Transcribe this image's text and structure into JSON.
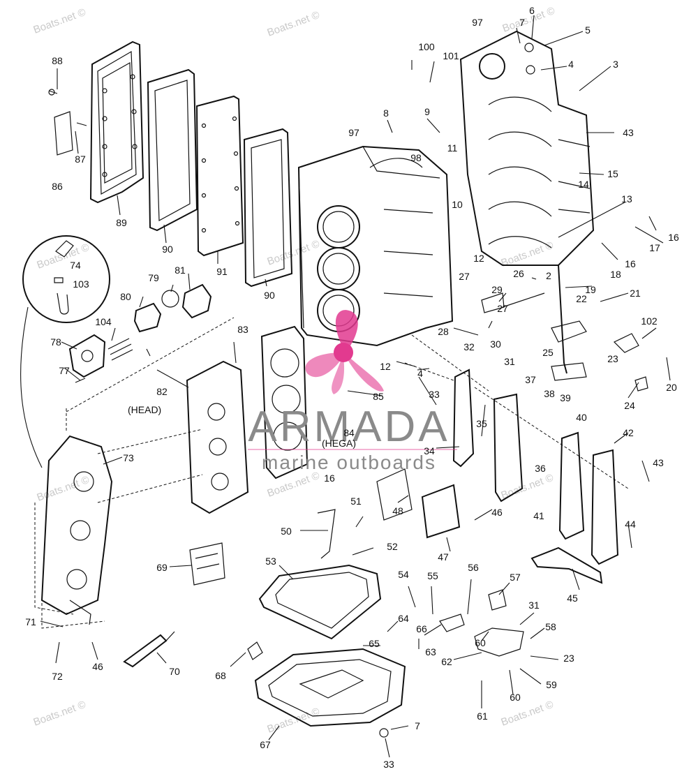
{
  "watermark": {
    "text": "Boats.net ©"
  },
  "brand": {
    "name": "ARMADA",
    "tagline": "marine outboards",
    "petal_color": "#e23a8f",
    "text_color": "#8a8a8a"
  },
  "annotations": {
    "head": "(HEAD)",
    "hega": "(HEGA)"
  },
  "callouts": [
    "2",
    "3",
    "4",
    "5",
    "6",
    "7",
    "8",
    "9",
    "10",
    "11",
    "12",
    "13",
    "14",
    "15",
    "16",
    "17",
    "18",
    "19",
    "20",
    "21",
    "22",
    "23",
    "24",
    "25",
    "26",
    "27",
    "28",
    "29",
    "30",
    "31",
    "32",
    "33",
    "34",
    "35",
    "36",
    "37",
    "38",
    "39",
    "40",
    "41",
    "42",
    "43",
    "44",
    "45",
    "46",
    "47",
    "48",
    "50",
    "51",
    "52",
    "53",
    "54",
    "55",
    "56",
    "57",
    "58",
    "59",
    "60",
    "61",
    "62",
    "63",
    "64",
    "65",
    "66",
    "67",
    "68",
    "69",
    "70",
    "71",
    "72",
    "73",
    "74",
    "77",
    "78",
    "79",
    "80",
    "81",
    "82",
    "83",
    "84",
    "85",
    "86",
    "87",
    "88",
    "89",
    "90",
    "91",
    "97",
    "98",
    "100",
    "101",
    "102",
    "103",
    "104"
  ]
}
